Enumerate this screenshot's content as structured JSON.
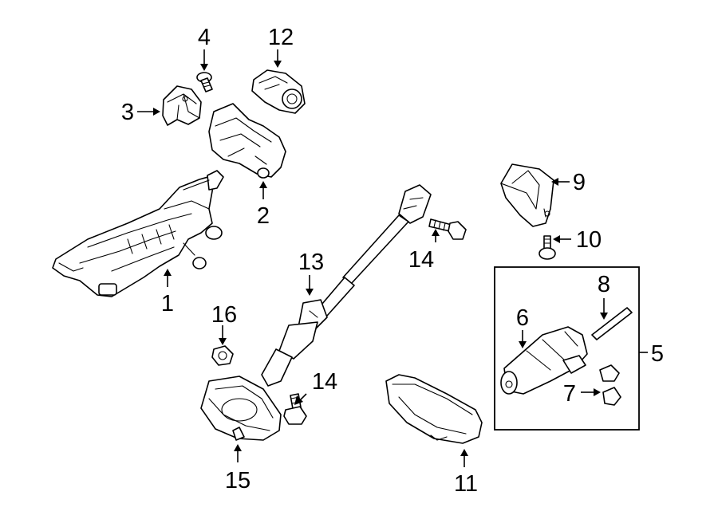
{
  "diagram": {
    "callouts": {
      "c1": "1",
      "c2": "2",
      "c3": "3",
      "c4": "4",
      "c5": "5",
      "c6": "6",
      "c7": "7",
      "c8": "8",
      "c9": "9",
      "c10": "10",
      "c11": "11",
      "c12": "12",
      "c13": "13",
      "c14a": "14",
      "c14b": "14",
      "c15": "15",
      "c16": "16"
    }
  }
}
